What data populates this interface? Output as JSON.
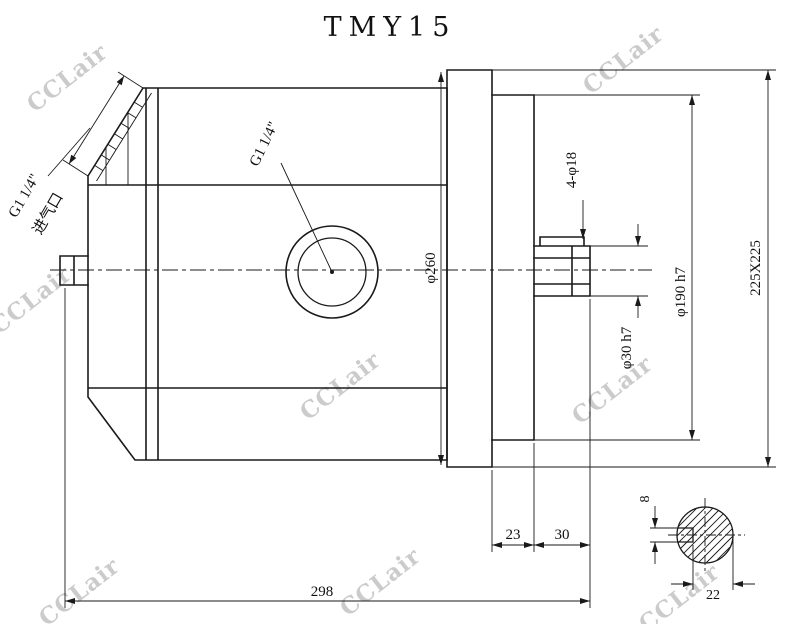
{
  "title": "TMY15",
  "watermark": "CCLair",
  "annotations": {
    "inlet_thread": "G1 1/4\"",
    "inlet_label": "进气口",
    "port_thread": "G1 1/4\"",
    "dia_body": "φ260",
    "bolt_holes": "4-φ18",
    "dia_shaft": "φ30 h7",
    "dia_spigot": "φ190 h7",
    "flange_size": "225X225",
    "dim_plate": "23",
    "dim_hub": "30",
    "dim_total": "298",
    "dim_key_width": "8",
    "dim_key_flat": "22"
  },
  "colors": {
    "line": "#1a1a1a",
    "watermark": "#c6c6c6",
    "background": "#ffffff"
  }
}
